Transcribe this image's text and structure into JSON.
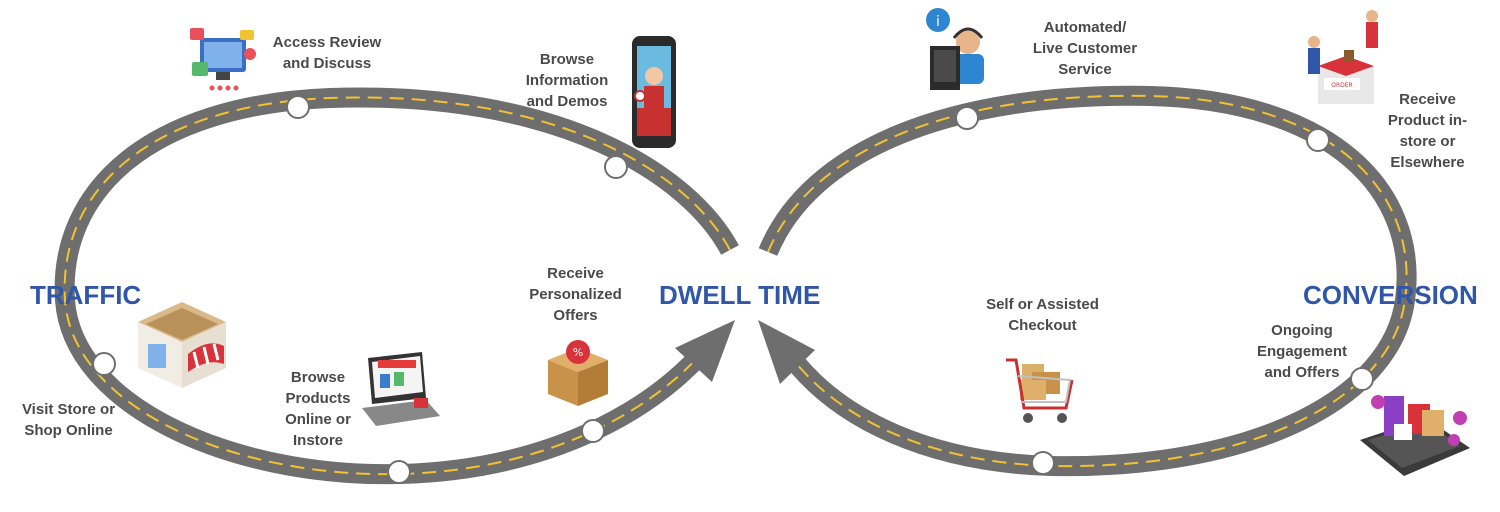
{
  "headings": {
    "traffic": "TRAFFIC",
    "dwell": "DWELL TIME",
    "conversion": "CONVERSION"
  },
  "steps": {
    "access_review": "Access Review\nand Discuss",
    "browse_info": "Browse\nInformation\nand Demos",
    "receive_offers": "Receive\nPersonalized\nOffers",
    "browse_products": "Browse\nProducts\nOnline or\nInstore",
    "visit_store": "Visit Store or\nShop Online",
    "customer_service": "Automated/\nLive Customer\nService",
    "receive_product": "Receive\nProduct in-\nstore or\nElsewhere",
    "checkout": "Self or Assisted\nCheckout",
    "engagement": "Ongoing\nEngagement\nand Offers"
  },
  "icons": {
    "access_review": "social-review-icon",
    "browse_info": "phone-demo-icon",
    "receive_offers": "discount-box-icon",
    "browse_products": "laptop-shop-icon",
    "visit_store": "store-icon",
    "customer_service": "support-agent-icon",
    "receive_product": "order-pickup-icon",
    "checkout": "shopping-cart-icon",
    "engagement": "tablet-offers-icon"
  },
  "colors": {
    "road": "#6e6e6e",
    "road_line": "#f2c230",
    "heading": "#2f56a8",
    "label": "#4a4a4a",
    "marker_fill": "#ffffff",
    "marker_stroke": "#6e6e6e"
  }
}
